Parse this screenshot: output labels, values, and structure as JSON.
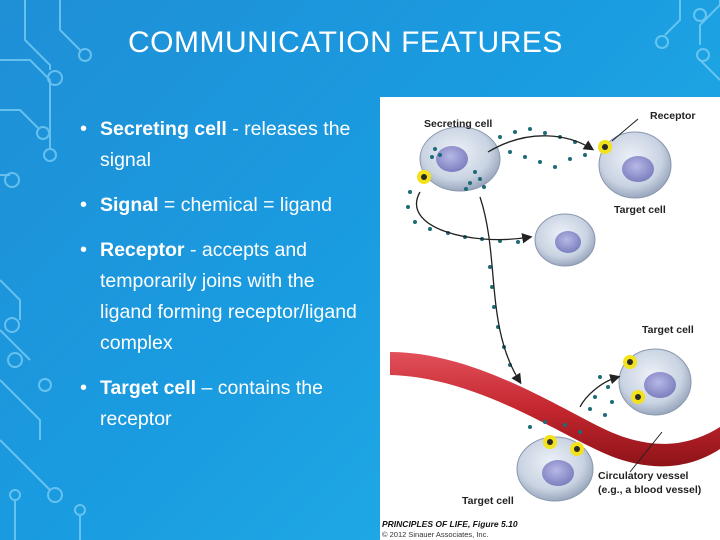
{
  "title": "COMMUNICATION FEATURES",
  "bullets": [
    {
      "term": "Secreting cell",
      "sep": " - ",
      "text": "releases the signal"
    },
    {
      "term": "Signal",
      "sep": " = ",
      "text": "chemical = ligand"
    },
    {
      "term": "Receptor",
      "sep": " - ",
      "text": "accepts and temporarily joins with the ligand forming receptor/ligand complex"
    },
    {
      "term": "Target cell",
      "sep": " – ",
      "text": "contains the receptor"
    }
  ],
  "figure": {
    "labels": {
      "secreting_cell": "Secreting cell",
      "receptor": "Receptor",
      "target_cell_1": "Target cell",
      "target_cell_2": "Target cell",
      "target_cell_3": "Target cell",
      "vessel_line1": "Circulatory vessel",
      "vessel_line2": "(e.g., a blood vessel)"
    },
    "caption_title": "PRINCIPLES OF LIFE, Figure 5.10",
    "caption_copyright": "© 2012 Sinauer Associates, Inc.",
    "colors": {
      "cell": "#c9d3e2",
      "nucleus": "#8c8fc9",
      "vessel": "#c4262e",
      "receptor": "#f2e21b",
      "signal": "#1c6b78"
    }
  }
}
